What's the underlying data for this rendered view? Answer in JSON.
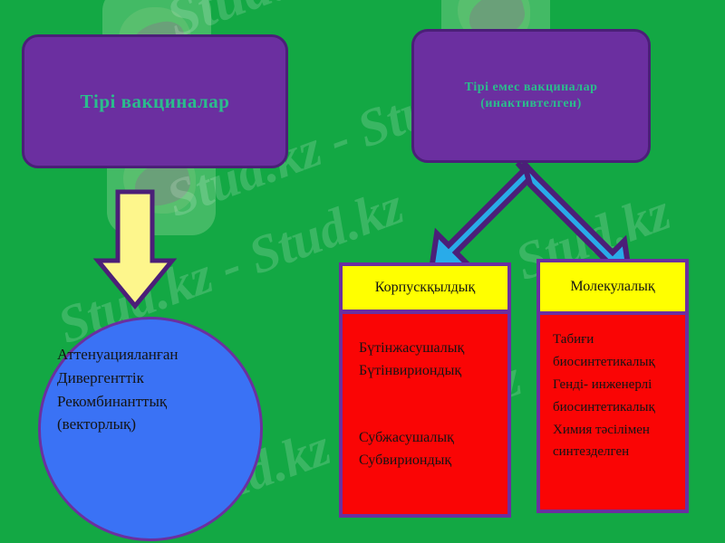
{
  "slide": {
    "background_color": "#13a844",
    "title_live": "Тірі  вакциналар",
    "title_inactivated_line1": "Тірі емес  вакциналар",
    "title_inactivated_line2": "(инактивтелген)"
  },
  "colors": {
    "green_background": "#13a844",
    "purple_box": "#6b2fa0",
    "purple_border": "#4b1f78",
    "teal_text": "#2bbd8c",
    "blue_circle": "#3a72f5",
    "yellow": "#ffff00",
    "red": "#fa0505",
    "arrow_blue": "#29abe9",
    "arrow_yellow": "#fdf68c"
  },
  "nodes": {
    "live_vaccines": {
      "label": "Тірі  вакциналар"
    },
    "inactivated_vaccines": {
      "label": "Тірі емес  вакциналар\n(инактивтелген)"
    },
    "live_types_circle": {
      "label": "Аттенуацияланған\nДивергенттік\nРекомбинанттық\n(векторлық)",
      "items": [
        "Аттенуацияланған",
        "Дивергенттік",
        "Рекомбинанттық",
        "(векторлық)"
      ]
    },
    "corpuscular": {
      "header": "Корпускқылдық",
      "body": "Бүтінжасушалық\nБүтінвириондық\n\n\nСубжасушалық\nСубвириондық",
      "items": [
        "Бүтінжасушалық",
        "Бүтінвириондық",
        "Субжасушалық",
        "Субвириондық"
      ]
    },
    "molecular": {
      "header": "Молекулалық",
      "body": "Табиғи\nбиосинтетикалық\nГенді- инженерлі\nбиосинтетикалық\nХимия  тәсілімен\nсинтезделген",
      "items": [
        "Табиғи",
        "биосинтетикалық",
        "Генді- инженерлі",
        "биосинтетикалық",
        "Химия  тәсілімен",
        "синтезделген"
      ]
    }
  },
  "arrows": [
    {
      "name": "arrow-down-to-circle",
      "from": "live_vaccines",
      "to": "live_types_circle",
      "color": "#fdf68c"
    },
    {
      "name": "arrow-to-corpuscular",
      "from": "inactivated_vaccines",
      "to": "corpuscular",
      "color": "#29abe9"
    },
    {
      "name": "arrow-to-molecular",
      "from": "inactivated_vaccines",
      "to": "molecular",
      "color": "#29abe9"
    }
  ],
  "watermark": {
    "text": "Stud.kz",
    "text_dash": "Stud.kz - Stud.kz",
    "instances": [
      "Stud.kz",
      "Stud.kz - Stud.kz",
      "Stud.kz - Stud.kz",
      "Stud.kz"
    ]
  }
}
